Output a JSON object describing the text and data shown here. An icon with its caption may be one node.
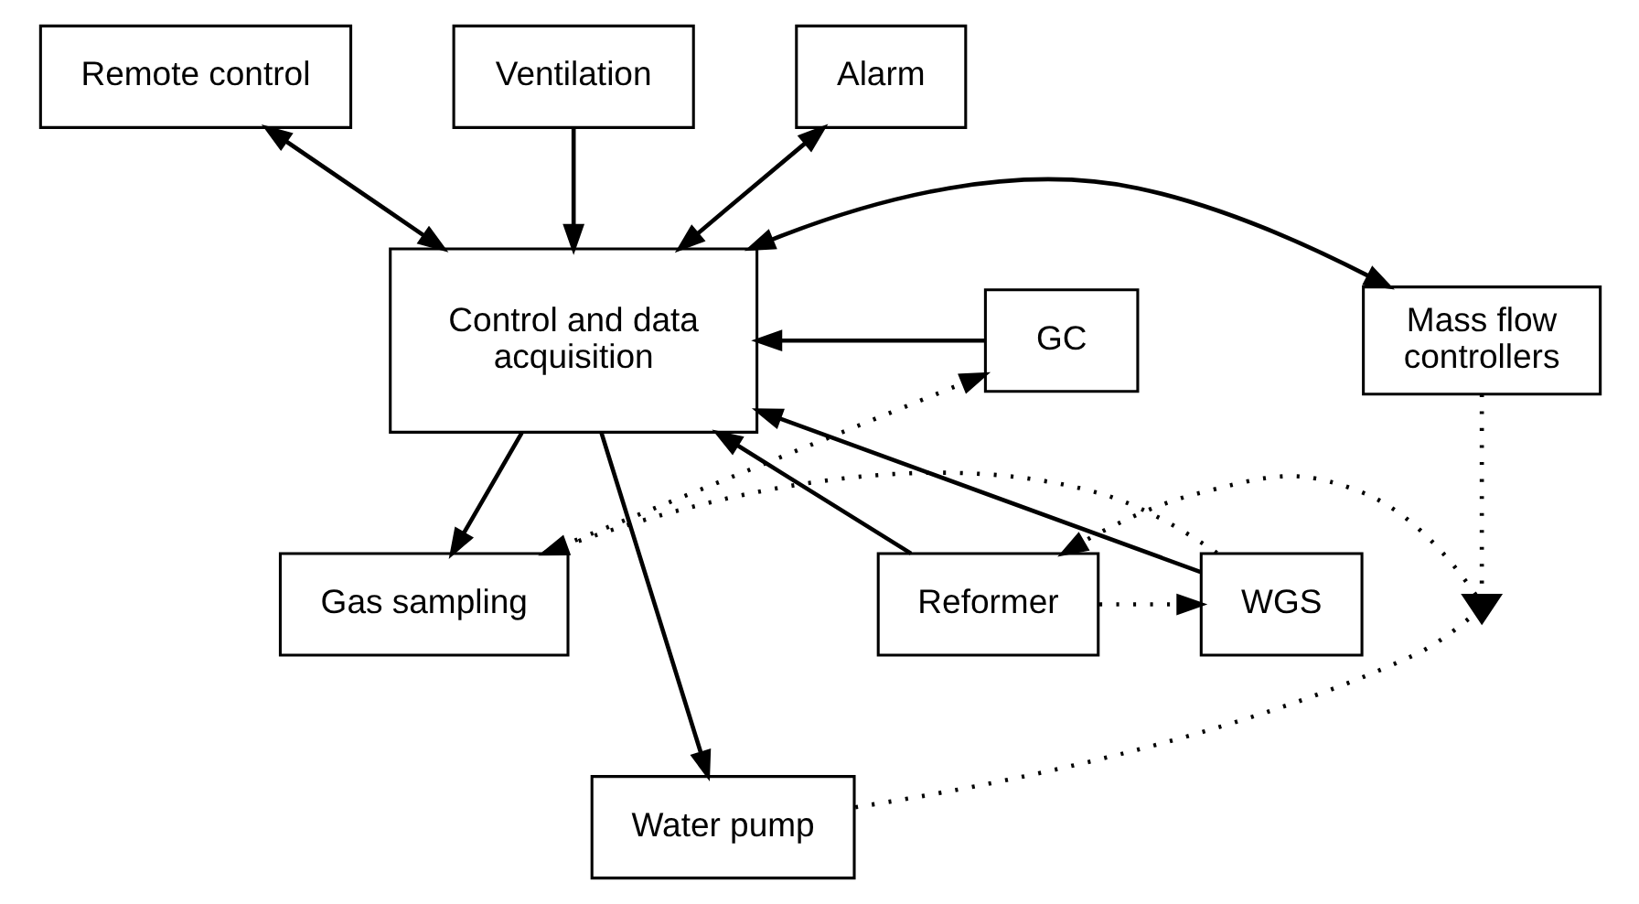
{
  "diagram": {
    "nodes": [
      {
        "text": [
          "Remote control"
        ]
      },
      {
        "text": [
          "Ventilation"
        ]
      },
      {
        "text": [
          "Alarm"
        ]
      },
      {
        "text": [
          "Control and data acquisition"
        ]
      },
      {
        "text": [
          "Mass flow controllers"
        ]
      },
      {
        "text": [
          "GC"
        ]
      },
      {
        "text": [],
        "shape": "valve"
      },
      {
        "text": [
          "Reformer"
        ]
      },
      {
        "text": [
          "WGS"
        ]
      },
      {
        "text": [
          "Gas sampling"
        ]
      },
      {
        "text": [
          "Water pump"
        ]
      }
    ],
    "edges": [
      {
        "from": 0,
        "to": 3,
        "arrow": "both"
      },
      {
        "from": 1,
        "to": 3,
        "arrow": "to"
      },
      {
        "from": 2,
        "to": 3,
        "arrow": "both"
      },
      {
        "from": 4,
        "to": 3,
        "arrow": "both"
      },
      {
        "from": 3,
        "to": 10,
        "arrow": "to"
      },
      {
        "from": 7,
        "to": 3,
        "arrow": "to"
      },
      {
        "from": 8,
        "to": 3,
        "arrow": "to"
      },
      {
        "from": 3,
        "to": 9,
        "arrow": "to"
      },
      {
        "from": 5,
        "to": 3,
        "arrow": "to"
      },
      {
        "from": 4,
        "to": 6,
        "arrow": "none",
        "style": "dashed"
      },
      {
        "from": 10,
        "to": 6,
        "arrow": "none",
        "style": "dashed"
      },
      {
        "from": 6,
        "to": 7,
        "arrow": "to",
        "style": "dashed"
      },
      {
        "from": 7,
        "to": 8,
        "arrow": "to",
        "style": "dashed"
      },
      {
        "from": 8,
        "to": 9,
        "arrow": "to",
        "style": "dashed"
      },
      {
        "from": 9,
        "to": 5,
        "arrow": "to",
        "style": "dashed"
      }
    ]
  }
}
